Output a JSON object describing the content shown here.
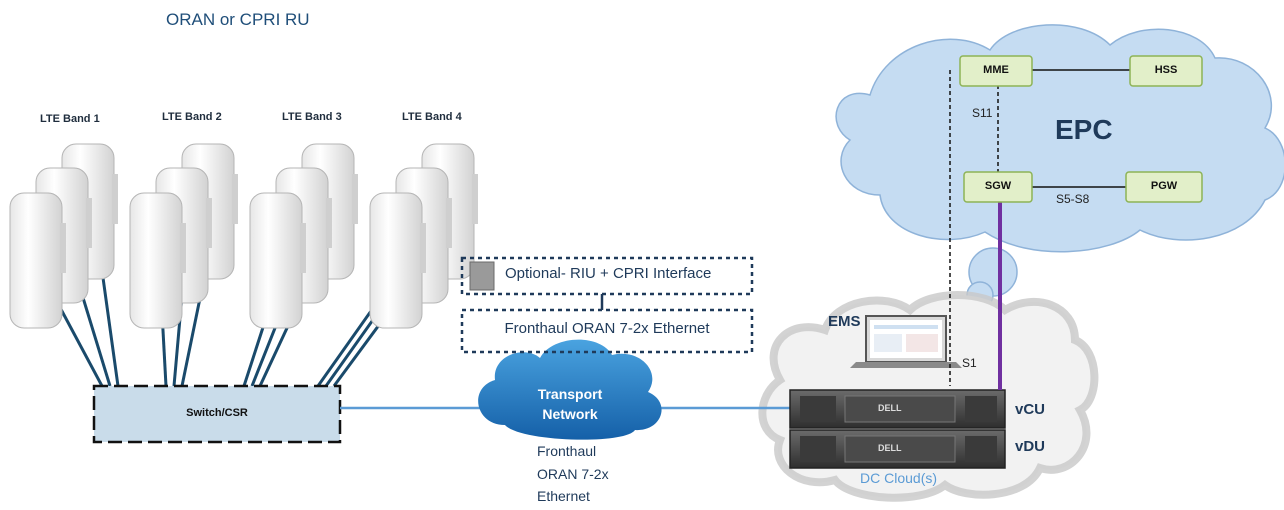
{
  "title": "ORAN or CPRI RU",
  "bands": [
    {
      "label": "LTE Band 1"
    },
    {
      "label": "LTE Band 2"
    },
    {
      "label": "LTE Band 3"
    },
    {
      "label": "LTE Band 4"
    }
  ],
  "switch": {
    "label": "Switch/CSR"
  },
  "optional_box": {
    "label": "Optional- RIU + CPRI Interface"
  },
  "fronthaul_box": {
    "label": "Fronthaul ORAN 7-2x Ethernet"
  },
  "transport": {
    "line1": "Transport",
    "line2": "Network",
    "caption": [
      "Fronthaul",
      "ORAN 7-2x",
      "Ethernet"
    ]
  },
  "dc": {
    "label": "DC Cloud(s)",
    "ems": "EMS",
    "vcu": "vCU",
    "vdu": "vDU",
    "s1": "S1",
    "server_brand": "DELL"
  },
  "epc": {
    "label": "EPC",
    "mme": "MME",
    "hss": "HSS",
    "sgw": "SGW",
    "pgw": "PGW",
    "s11": "S11",
    "s5s8": "S5-S8"
  },
  "colors": {
    "title": "#1f4e79",
    "fiber": "#1a4a6b",
    "cloud_blue": "#c5dcf2",
    "cloud_edge": "#8fb3d9",
    "node_green": "#e2efc9",
    "node_edge": "#8db356",
    "purple": "#7030a0",
    "link_blue": "#5b9bd5",
    "dc_cloud": "#f2f2f2"
  }
}
